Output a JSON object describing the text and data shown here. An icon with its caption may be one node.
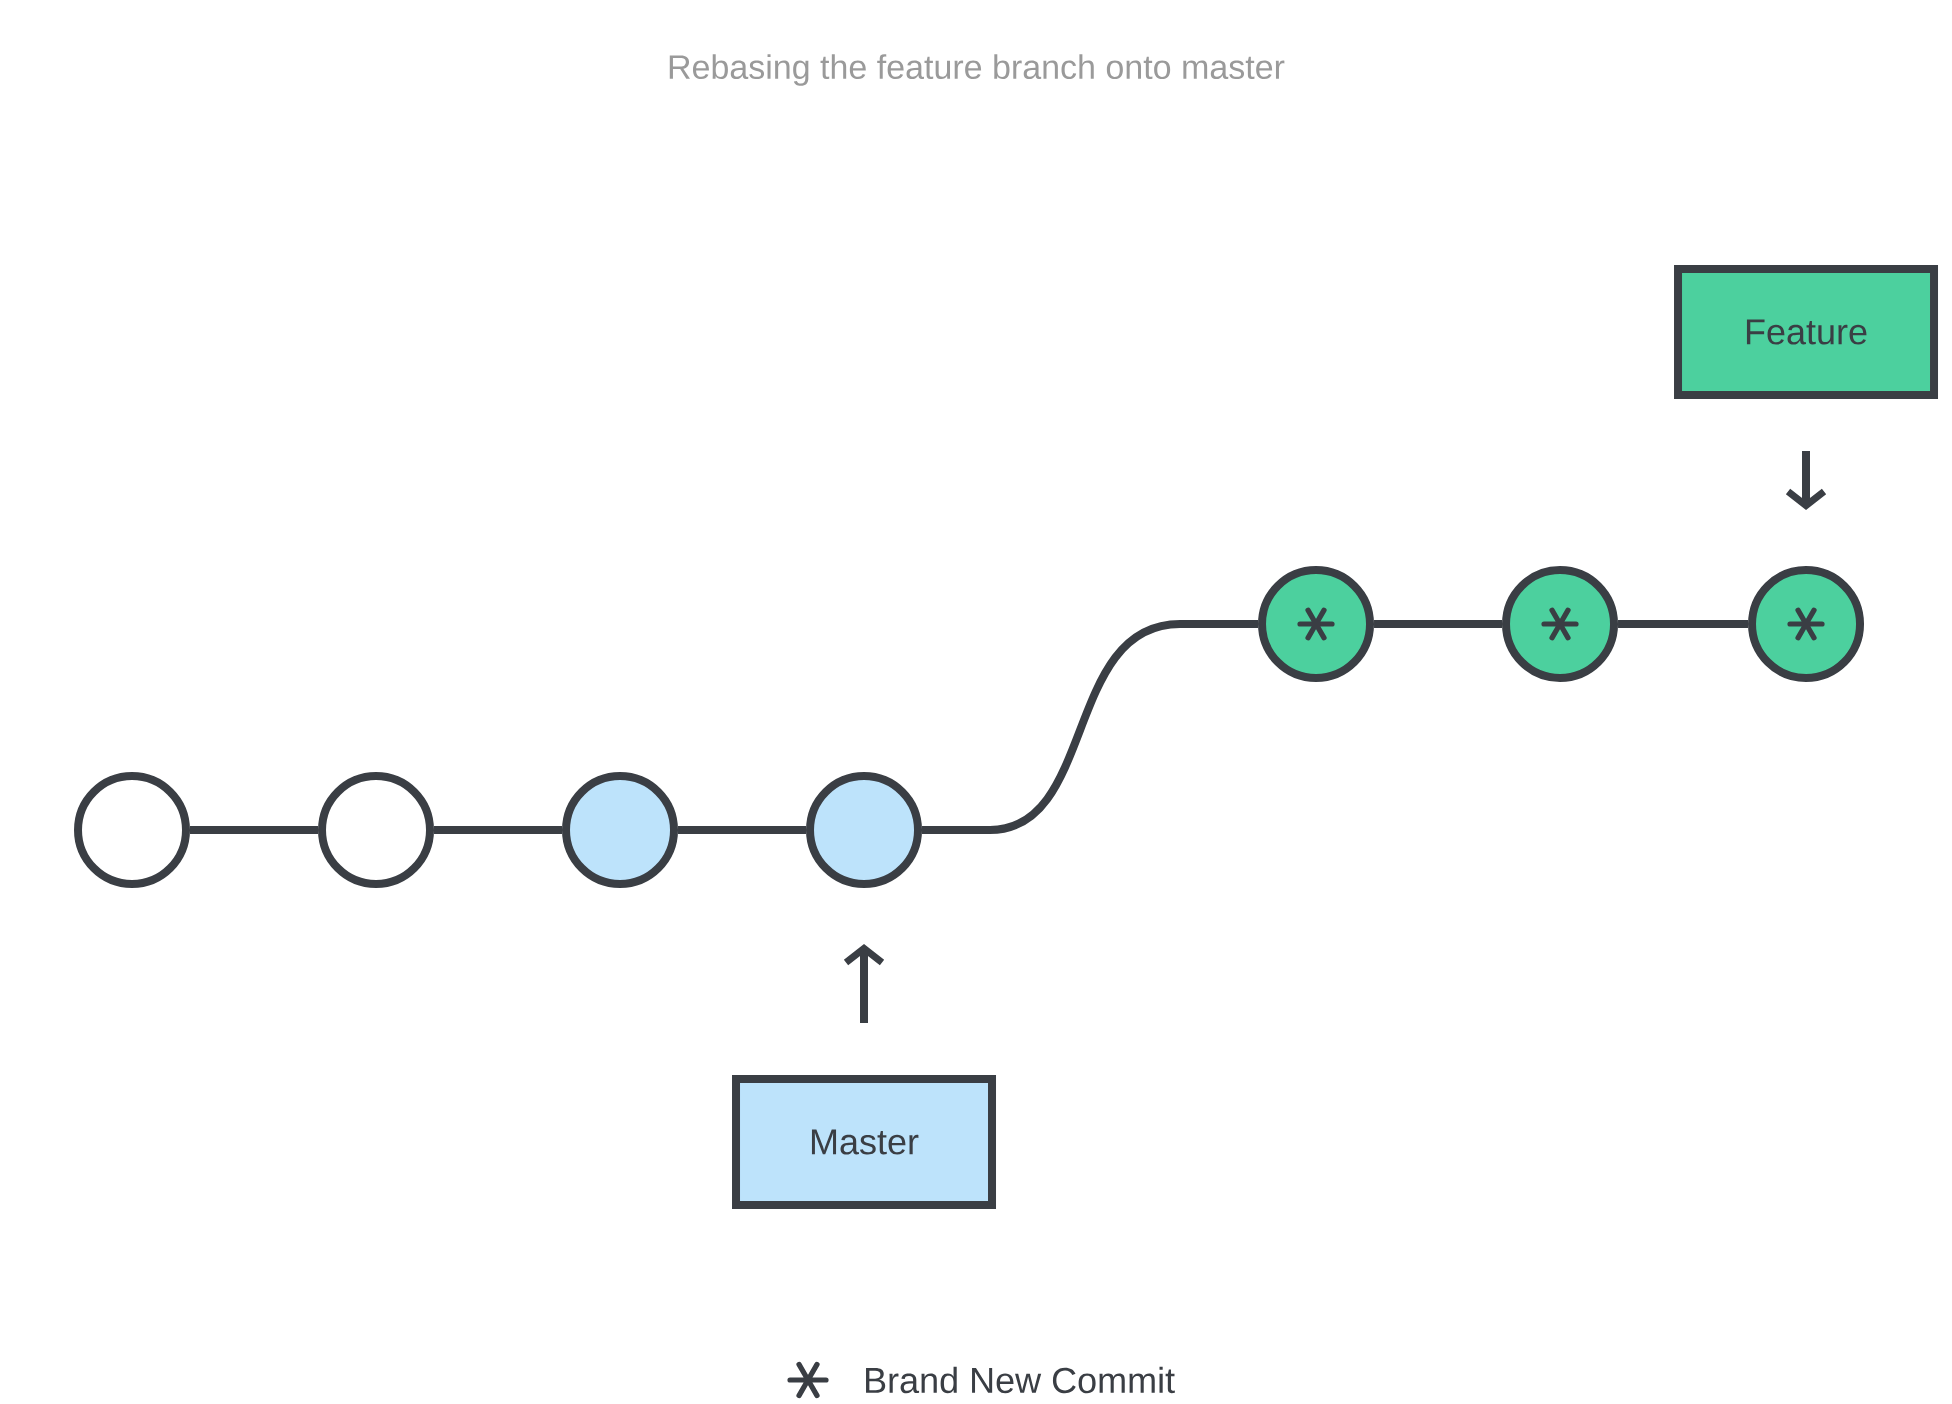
{
  "diagram": {
    "title": "Rebasing the feature branch onto master",
    "nodes": [
      {
        "text": [],
        "shape": "circle"
      },
      {
        "text": [],
        "shape": "circle"
      },
      {
        "text": [],
        "shape": "circle"
      },
      {
        "text": [],
        "shape": "circle"
      },
      {
        "text": [],
        "shape": "circle"
      },
      {
        "text": [],
        "shape": "circle"
      },
      {
        "text": [],
        "shape": "circle"
      },
      {
        "text": [
          "Master"
        ]
      },
      {
        "text": [
          "Feature"
        ]
      }
    ],
    "edges": [
      {
        "from": 0,
        "to": 1,
        "arrow": "none"
      },
      {
        "from": 1,
        "to": 2,
        "arrow": "none"
      },
      {
        "from": 2,
        "to": 3,
        "arrow": "none"
      },
      {
        "from": 3,
        "to": 4,
        "arrow": "none"
      },
      {
        "from": 4,
        "to": 5,
        "arrow": "none"
      },
      {
        "from": 5,
        "to": 6,
        "arrow": "none"
      },
      {
        "from": 7,
        "to": 3,
        "arrow": "to"
      },
      {
        "from": 8,
        "to": 6,
        "arrow": "to"
      }
    ],
    "legend": [
      {
        "text": "Brand New Commit"
      }
    ]
  }
}
